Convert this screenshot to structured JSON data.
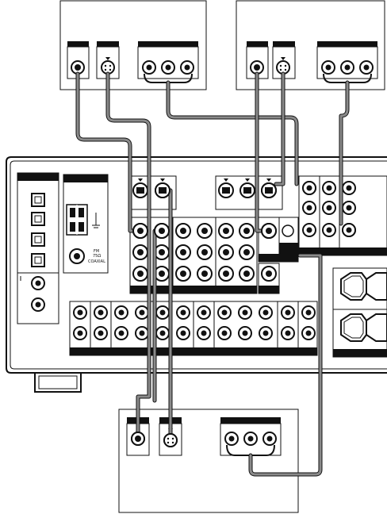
{
  "antenna": {
    "label_fm": "FM",
    "label_ohm": "75Ω",
    "label_coaxial": "COAXIAL"
  },
  "colors": {
    "outline": "#111111",
    "cable": "#7a7a7a",
    "panel_shade": "#d0d0d0",
    "background": "#ffffff"
  },
  "icons": {
    "ground": "ground-icon",
    "s_video": "s-video-icon",
    "rca": "rca-jack-icon"
  }
}
